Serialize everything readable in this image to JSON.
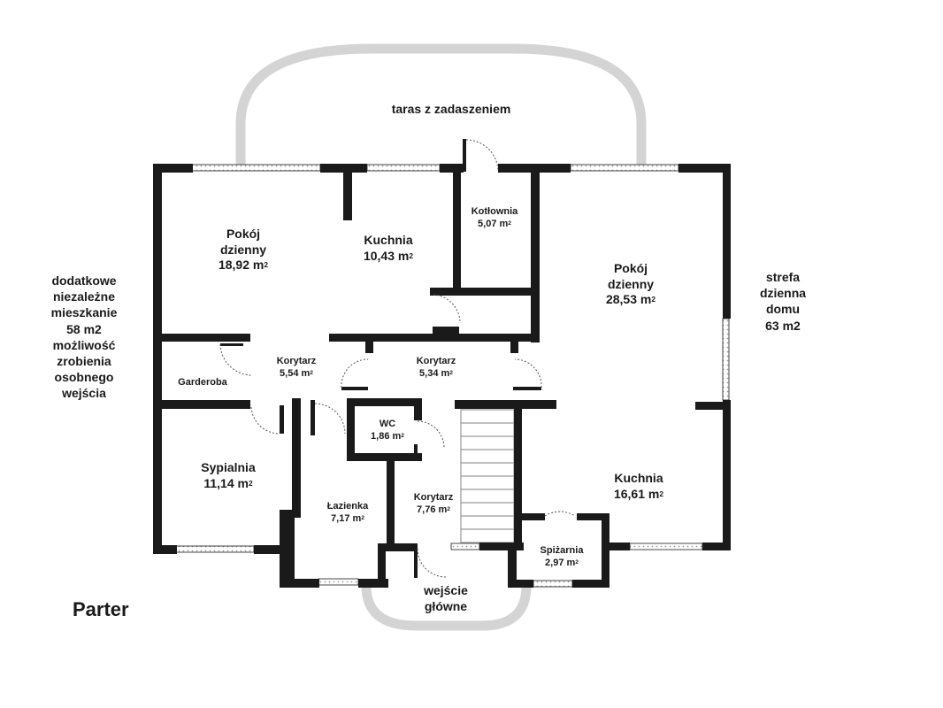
{
  "title": "Parter",
  "rooms": [
    {
      "id": "pokoj-dzienny-left",
      "lines": [
        "Pokój",
        "dzienny"
      ],
      "area": "18,92 m",
      "size": "big"
    },
    {
      "id": "kuchnia-top",
      "lines": [
        "Kuchnia"
      ],
      "area": "10,43 m",
      "size": "big"
    },
    {
      "id": "kotlownia",
      "lines": [
        "Kotłownia"
      ],
      "area": "5,07 m",
      "size": "small"
    },
    {
      "id": "pokoj-dzienny-right",
      "lines": [
        "Pokój",
        "dzienny"
      ],
      "area": "28,53 m",
      "size": "big"
    },
    {
      "id": "korytarz-left",
      "lines": [
        "Korytarz"
      ],
      "area": "5,54 m",
      "size": "small"
    },
    {
      "id": "korytarz-mid",
      "lines": [
        "Korytarz"
      ],
      "area": "5,34 m",
      "size": "small"
    },
    {
      "id": "garderoba",
      "lines": [
        "Garderoba"
      ],
      "area": "",
      "size": "small"
    },
    {
      "id": "wc",
      "lines": [
        "WC"
      ],
      "area": "1,86 m",
      "size": "small"
    },
    {
      "id": "sypialnia",
      "lines": [
        "Sypialnia"
      ],
      "area": "11,14 m",
      "size": "big"
    },
    {
      "id": "lazienka",
      "lines": [
        "Łazienka"
      ],
      "area": "7,17 m",
      "size": "small"
    },
    {
      "id": "korytarz-entry",
      "lines": [
        "Korytarz"
      ],
      "area": "7,76 m",
      "size": "small"
    },
    {
      "id": "kuchnia-right",
      "lines": [
        "Kuchnia"
      ],
      "area": "16,61 m",
      "size": "big"
    },
    {
      "id": "spizarnia",
      "lines": [
        "Spiżarnia"
      ],
      "area": "2,97 m",
      "size": "small"
    }
  ],
  "area_unit_exponent": "2",
  "notes": {
    "terrace": "taras z zadaszeniem",
    "entrance": [
      "wejście",
      "główne"
    ],
    "left_note": [
      "dodatkowe",
      "niezależne",
      "mieszkanie",
      "58 m2",
      "możliwość",
      "zrobienia",
      "osobnego",
      "wejścia"
    ],
    "right_note": [
      "strefa",
      "dzienna",
      "domu",
      "63 m2"
    ]
  },
  "colors": {
    "wall": "#1a1a1a",
    "terrace_outline": "#d4d4d4",
    "stairs": "#9a9a9a",
    "door_swing": "#555555"
  }
}
